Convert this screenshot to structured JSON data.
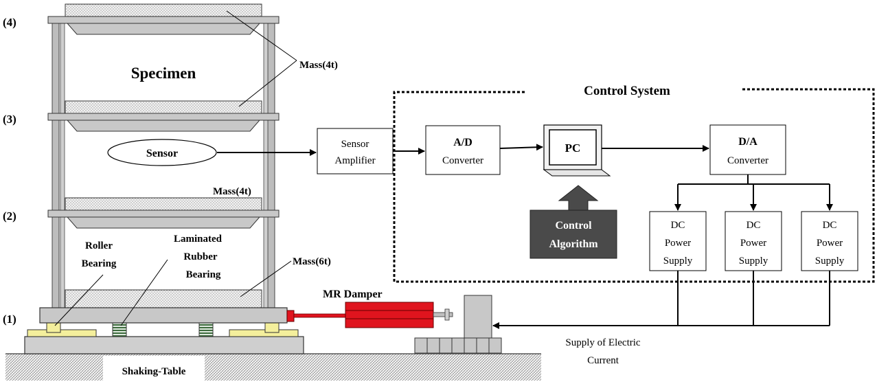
{
  "floor_labels": {
    "floor4": "(4)",
    "floor3": "(3)",
    "floor2": "(2)",
    "floor1": "(1)"
  },
  "specimen": {
    "title": "Specimen",
    "mass_top": "Mass(4t)",
    "mass_mid": "Mass(4t)",
    "mass_base": "Mass(6t)",
    "sensor": "Sensor",
    "roller_bearing": [
      "Roller",
      "Bearing"
    ],
    "laminated_rubber_bearing": [
      "Laminated",
      "Rubber",
      "Bearing"
    ],
    "shaking_table": "Shaking-Table",
    "mr_damper": "MR Damper"
  },
  "control_system": {
    "title": "Control System",
    "sensor_amplifier": [
      "Sensor",
      "Amplifier"
    ],
    "ad_converter": [
      "A/D",
      "Converter"
    ],
    "pc": "PC",
    "control_algorithm": [
      "Control",
      "Algorithm"
    ],
    "da_converter": [
      "D/A",
      "Converter"
    ],
    "dc_power_supply": [
      "DC",
      "Power",
      "Supply"
    ]
  },
  "supply_current": [
    "Supply of Electric",
    "Current"
  ],
  "colors": {
    "column_fill": "#b8b8b8",
    "slab_fill": "#c8c8c8",
    "mass_fill": "#eeeeee",
    "bearing_fill": "#f4ef9c",
    "rubber_fill": "#7fa87f",
    "damper_red": "#e0141e",
    "algorithm_dark": "#4a4a4a",
    "ground_hatch": "#9a9a9a"
  }
}
